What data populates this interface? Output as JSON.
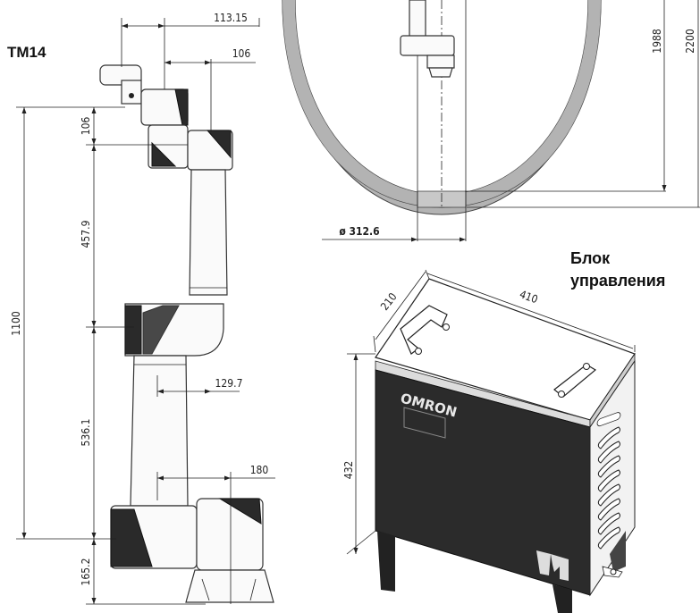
{
  "robot_label": "TM14",
  "controller_label_line1": "Блок",
  "controller_label_line2": "управления",
  "brand_text": "OMRON",
  "robot_dimensions": {
    "top_offset": "113.15",
    "tool_offset": "106",
    "wrist_height": "106",
    "upper_arm": "457.9",
    "lower_arm": "536.1",
    "total_reach": "1100",
    "elbow_offset": "129.7",
    "shoulder_offset": "180",
    "base_height": "165.2"
  },
  "workspace_dimensions": {
    "base_diameter": "ø 312.6",
    "reach_height": "1988",
    "max_height": "2200"
  },
  "controller_dimensions": {
    "depth": "210",
    "width": "410",
    "height": "432"
  },
  "colors": {
    "line": "#222222",
    "controller_body": "#2b2b2b",
    "workspace_ring": "#b3b3b3"
  }
}
